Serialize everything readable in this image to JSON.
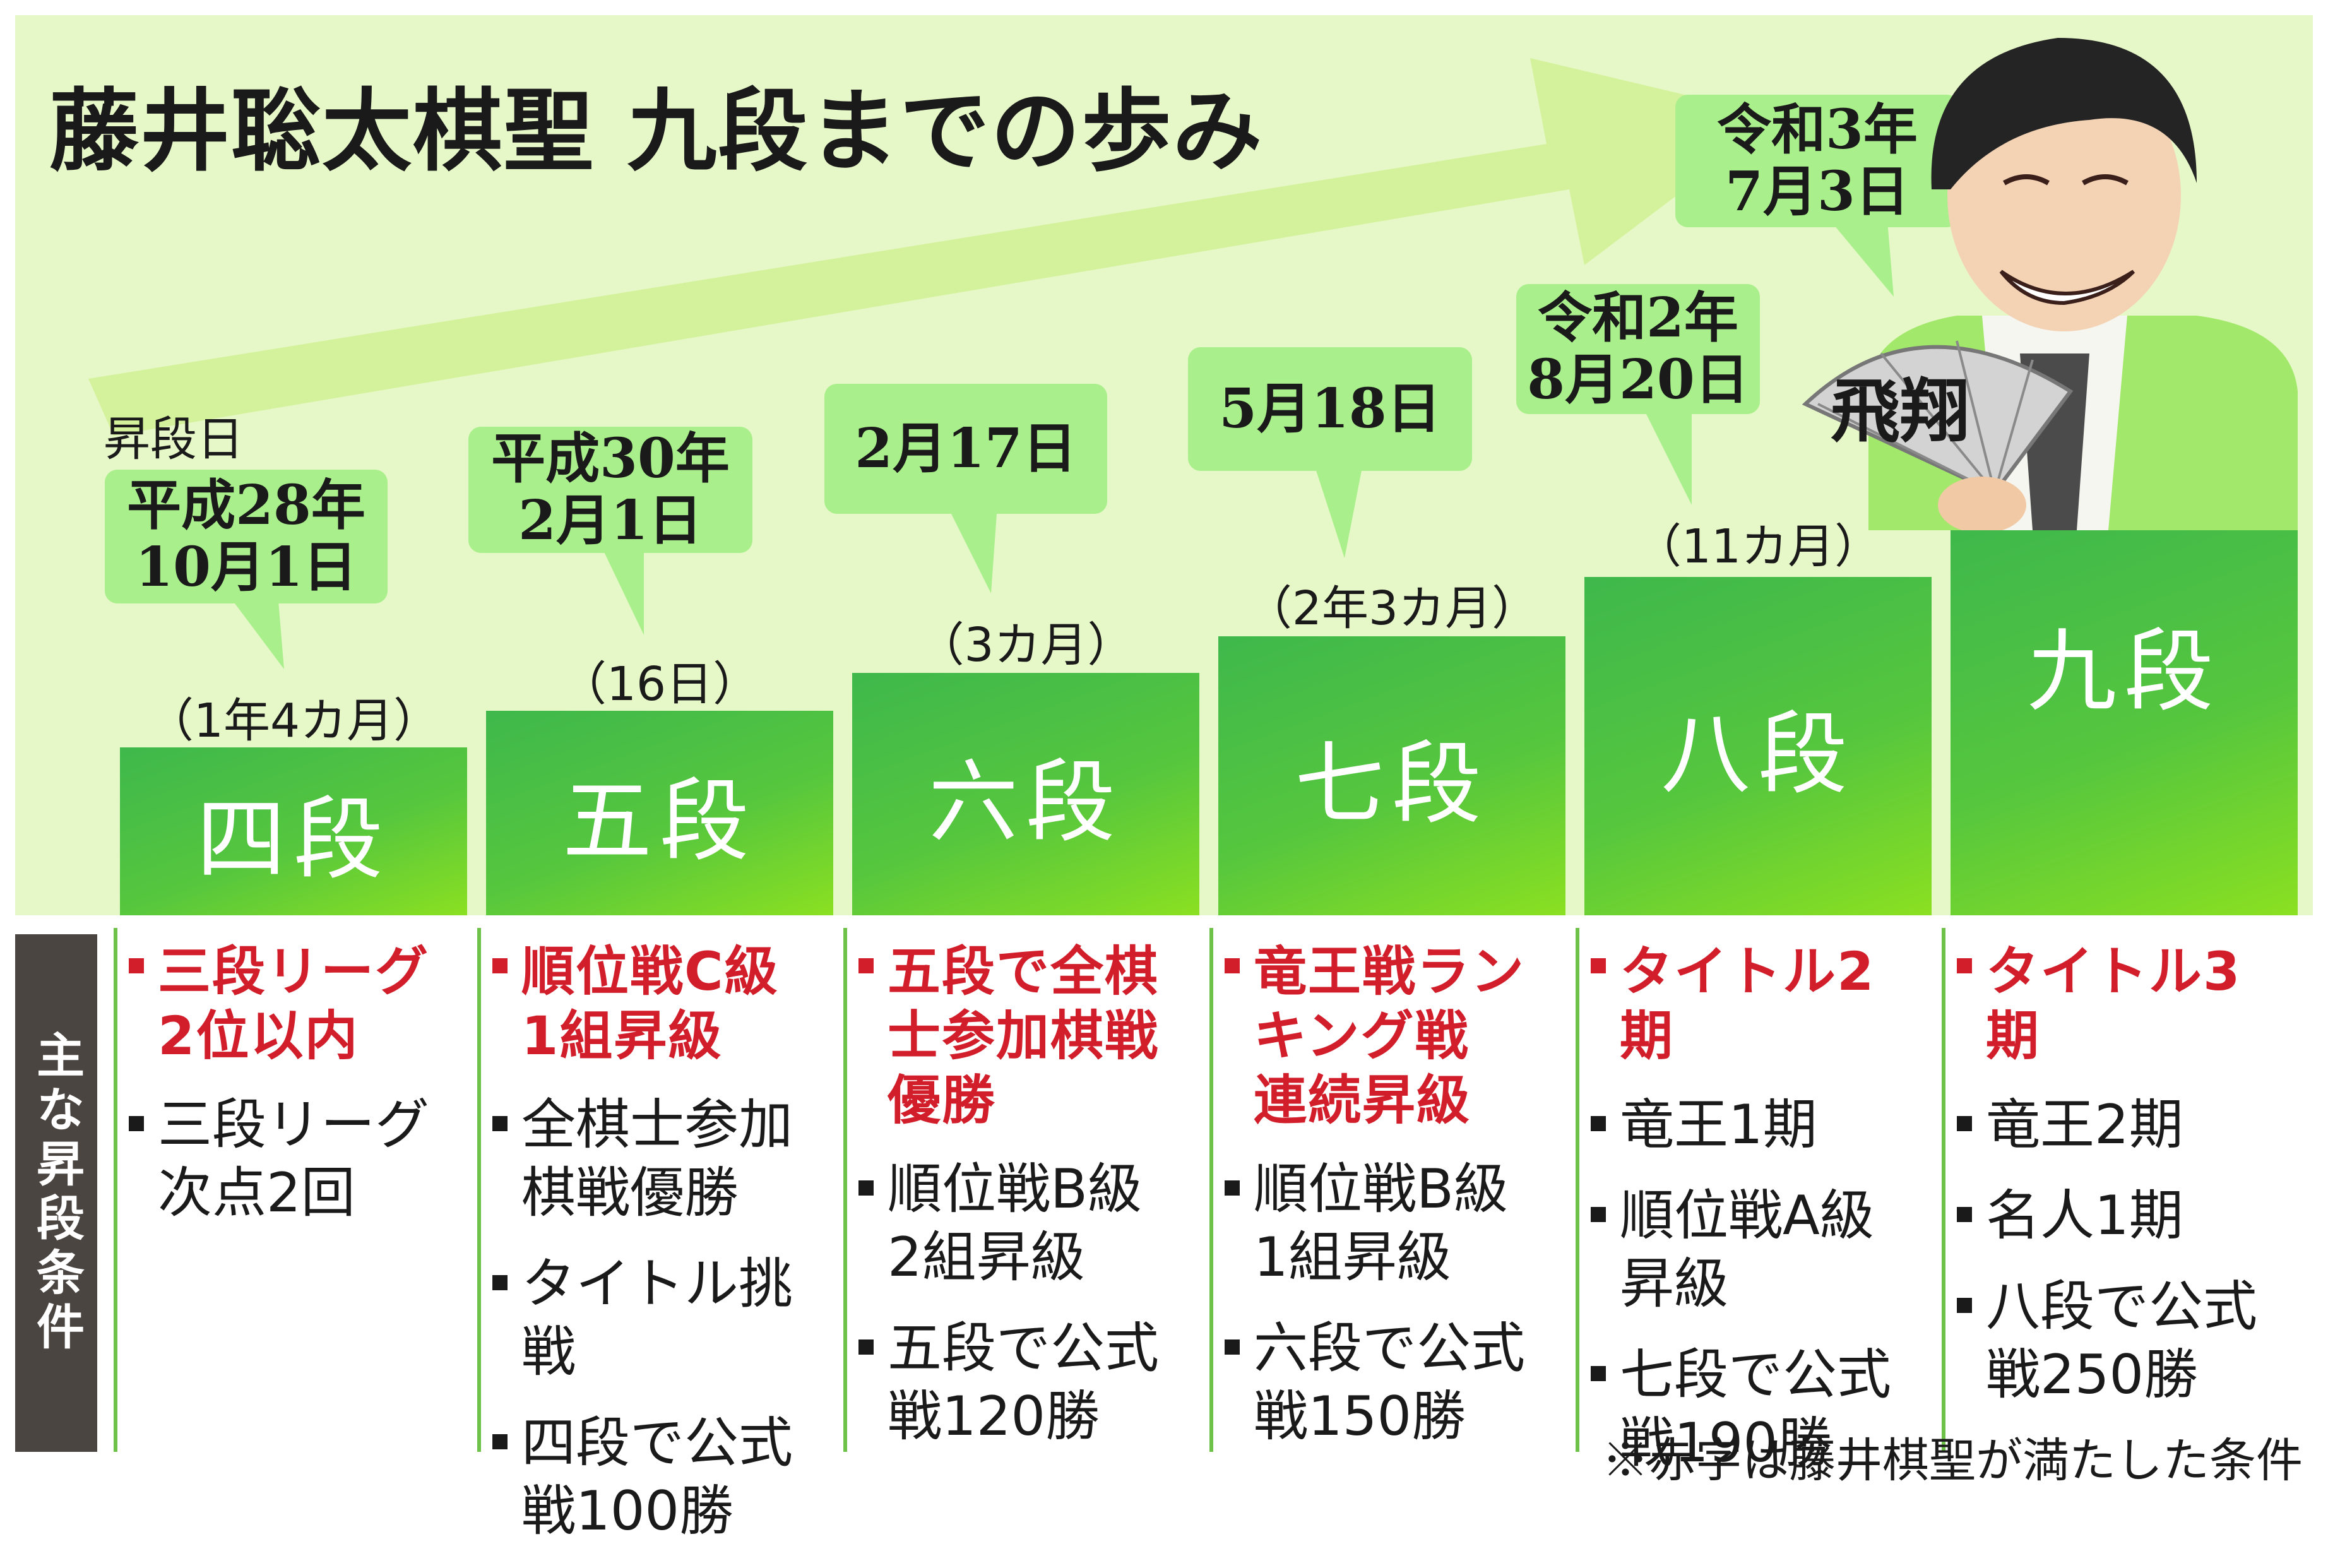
{
  "title": "藤井聡太棋聖 九段までの歩み",
  "date_caption": "昇段日",
  "fan_text": "飛翔",
  "footnote": "※赤字は藤井棋聖が満たした条件",
  "conditions_header": "主な昇段条件",
  "colors": {
    "panel_bg": "#e7f8c8",
    "arrow": "#d3f29b",
    "bubble": "#a9ef8b",
    "bar_start": "#3fb84c",
    "bar_end": "#8be021",
    "met_condition": "#d11e2a",
    "header_bg": "#4a4541"
  },
  "icons": [
    "rising-arrow-icon",
    "portrait-illustration",
    "folding-fan-icon"
  ],
  "ranks": [
    {
      "rank": "四段",
      "date": [
        "平成28年",
        "10月1日"
      ],
      "duration": "（1年4カ月）",
      "conditions": [
        {
          "text": "三段リーグ\n2位以内",
          "met": true
        },
        {
          "text": "三段リーグ\n次点2回",
          "met": false
        }
      ]
    },
    {
      "rank": "五段",
      "date": [
        "平成30年",
        "2月1日"
      ],
      "duration": "（16日）",
      "conditions": [
        {
          "text": "順位戦C級\n1組昇級",
          "met": true
        },
        {
          "text": "全棋士参加\n棋戦優勝",
          "met": false
        },
        {
          "text": "タイトル挑戦",
          "met": false
        },
        {
          "text": "四段で公式\n戦100勝",
          "met": false
        }
      ]
    },
    {
      "rank": "六段",
      "date": [
        "2月17日"
      ],
      "duration": "（3カ月）",
      "conditions": [
        {
          "text": "五段で全棋\n士参加棋戦\n優勝",
          "met": true
        },
        {
          "text": "順位戦B級\n2組昇級",
          "met": false
        },
        {
          "text": "五段で公式\n戦120勝",
          "met": false
        }
      ]
    },
    {
      "rank": "七段",
      "date": [
        "5月18日"
      ],
      "duration": "（2年3カ月）",
      "conditions": [
        {
          "text": "竜王戦ラン\nキング戦\n連続昇級",
          "met": true
        },
        {
          "text": "順位戦B級\n1組昇級",
          "met": false
        },
        {
          "text": "六段で公式\n戦150勝",
          "met": false
        }
      ]
    },
    {
      "rank": "八段",
      "date": [
        "令和2年",
        "8月20日"
      ],
      "duration": "（11カ月）",
      "conditions": [
        {
          "text": "タイトル2期",
          "met": true
        },
        {
          "text": "竜王1期",
          "met": false
        },
        {
          "text": "順位戦A級\n昇級",
          "met": false
        },
        {
          "text": "七段で公式\n戦190勝",
          "met": false
        }
      ]
    },
    {
      "rank": "九段",
      "date": [
        "令和3年",
        "7月3日"
      ],
      "duration": "",
      "conditions": [
        {
          "text": "タイトル3期",
          "met": true
        },
        {
          "text": "竜王2期",
          "met": false
        },
        {
          "text": "名人1期",
          "met": false
        },
        {
          "text": "八段で公式\n戦250勝",
          "met": false
        }
      ]
    }
  ]
}
